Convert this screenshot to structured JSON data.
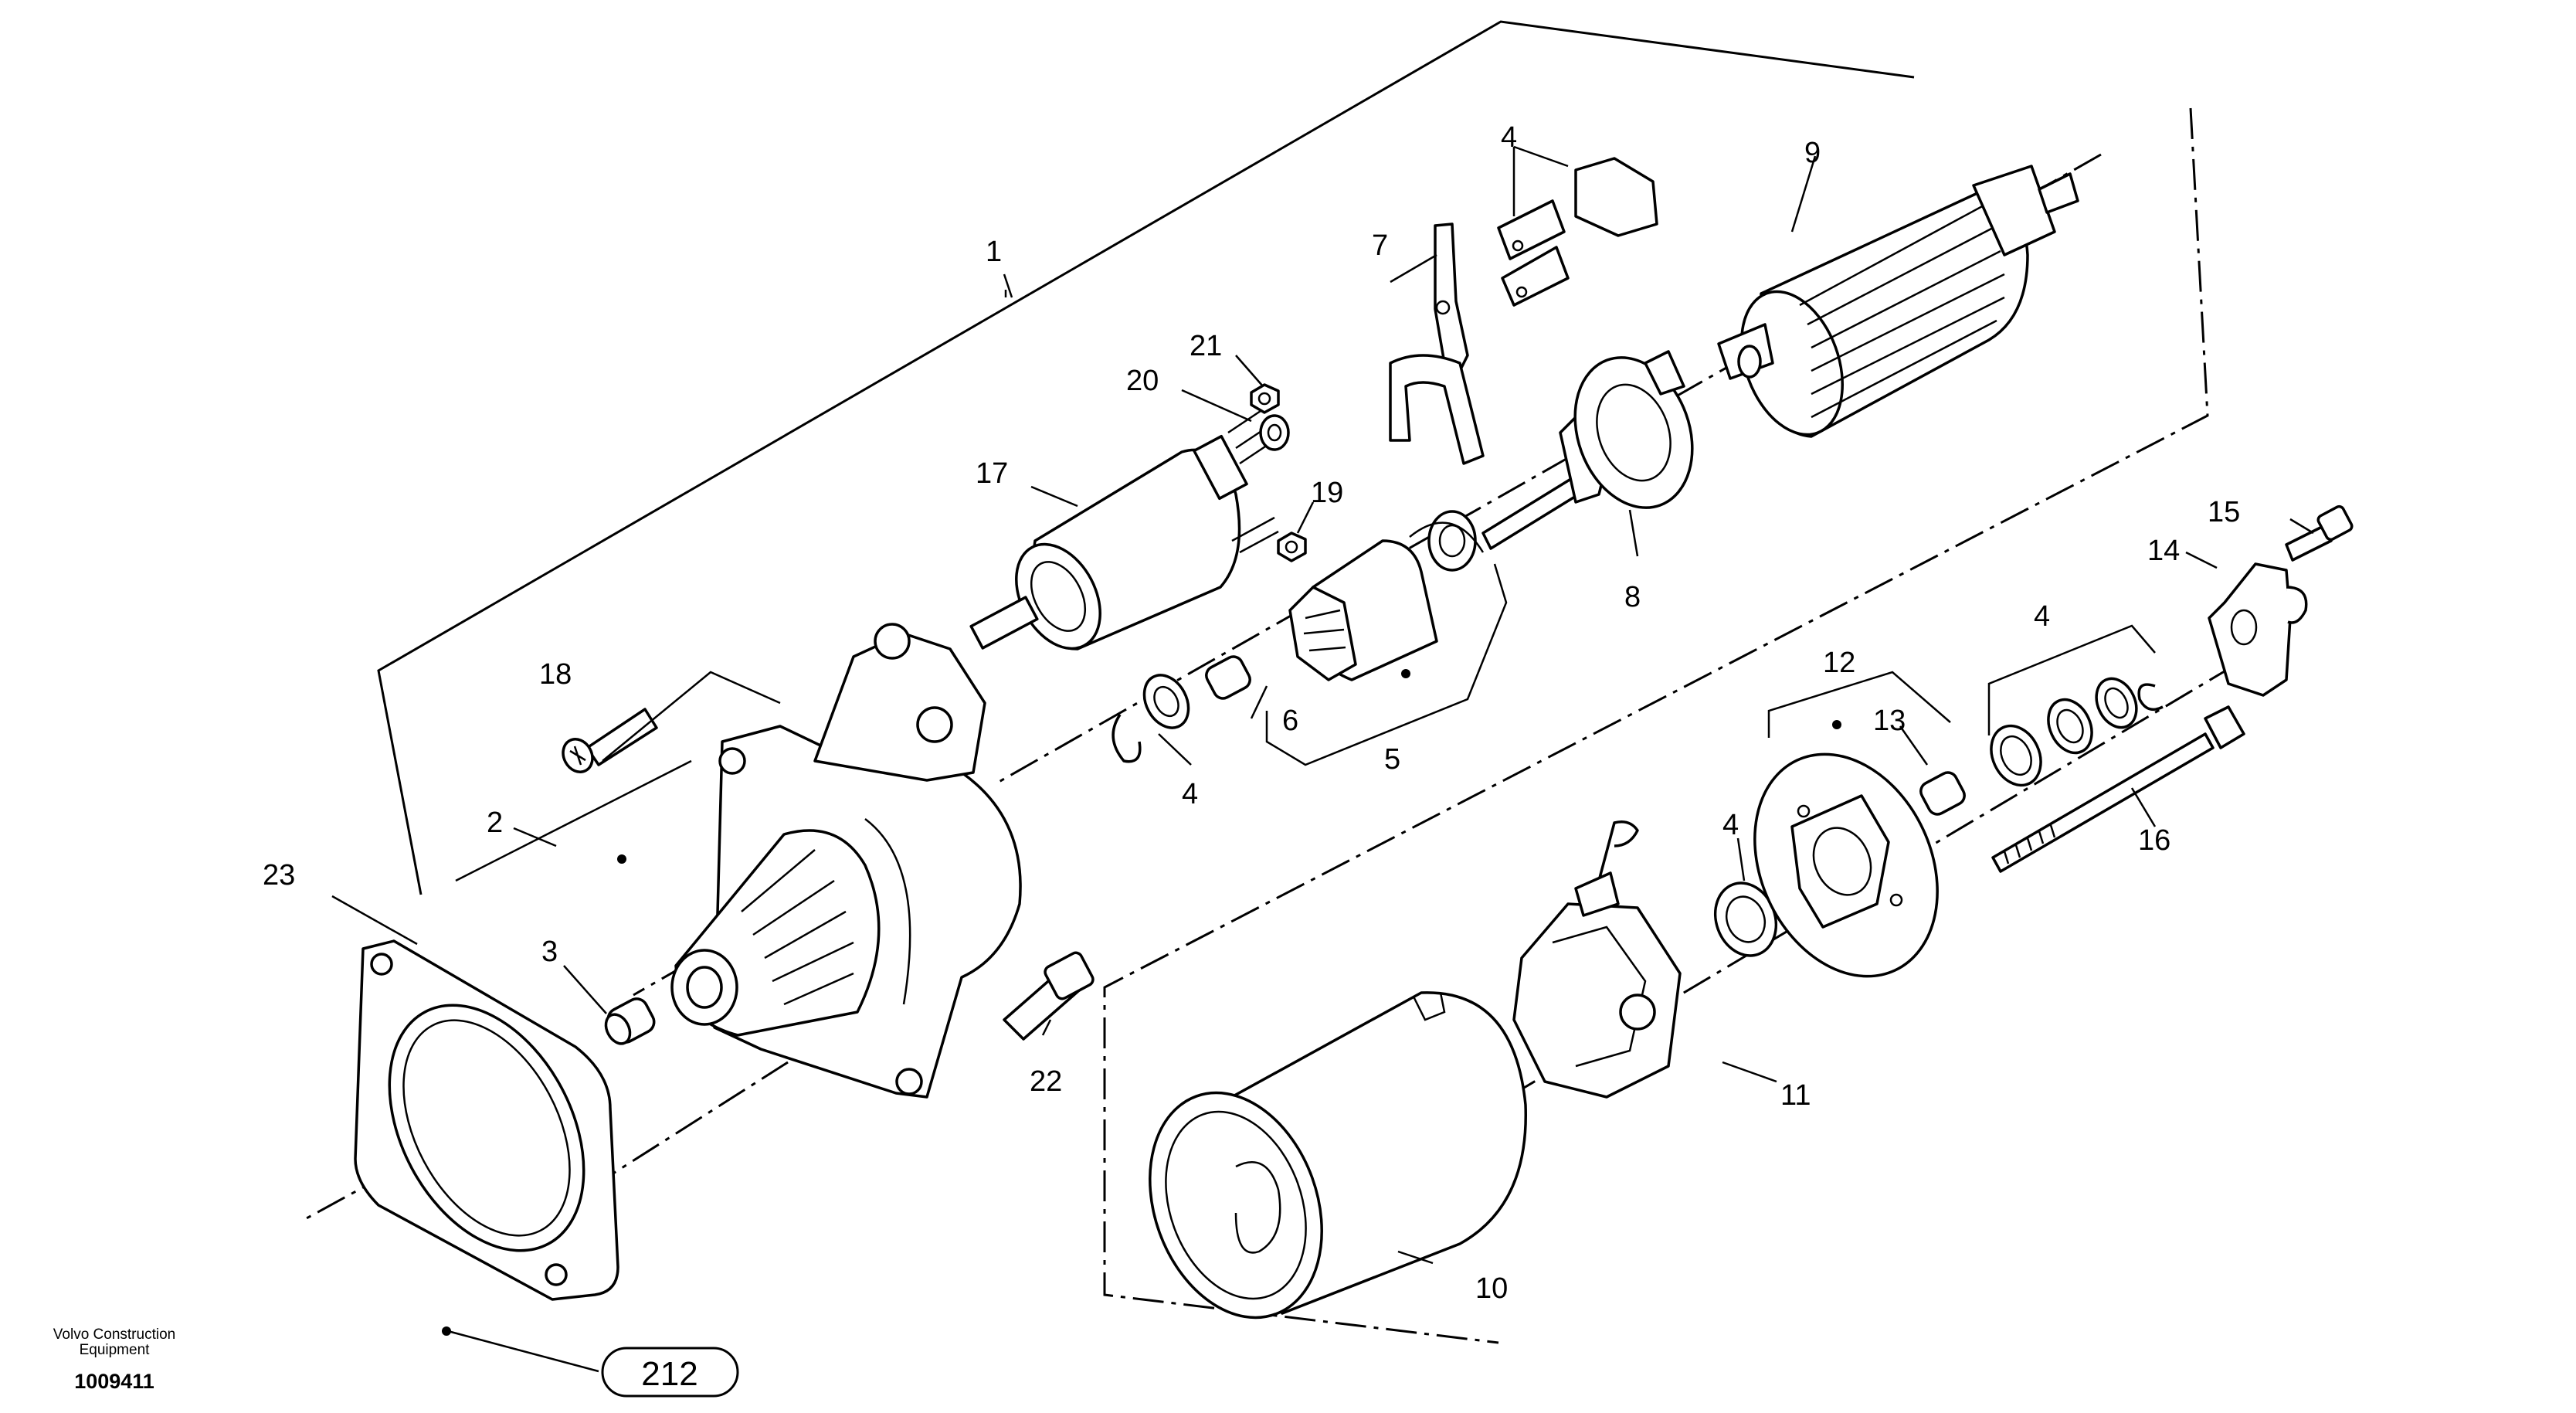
{
  "figure": {
    "publisher_line1": "Volvo Construction",
    "publisher_line2": "Equipment",
    "document_number": "1009411",
    "reference_group": "212"
  },
  "callouts": [
    {
      "id": "c1",
      "text": "1"
    },
    {
      "id": "c2",
      "text": "2"
    },
    {
      "id": "c3",
      "text": "3"
    },
    {
      "id": "c4a",
      "text": "4"
    },
    {
      "id": "c4b",
      "text": "4"
    },
    {
      "id": "c4c",
      "text": "4"
    },
    {
      "id": "c4d",
      "text": "4"
    },
    {
      "id": "c5",
      "text": "5"
    },
    {
      "id": "c6",
      "text": "6"
    },
    {
      "id": "c7",
      "text": "7"
    },
    {
      "id": "c8",
      "text": "8"
    },
    {
      "id": "c9",
      "text": "9"
    },
    {
      "id": "c10",
      "text": "10"
    },
    {
      "id": "c11",
      "text": "11"
    },
    {
      "id": "c12",
      "text": "12"
    },
    {
      "id": "c13",
      "text": "13"
    },
    {
      "id": "c14",
      "text": "14"
    },
    {
      "id": "c15",
      "text": "15"
    },
    {
      "id": "c16",
      "text": "16"
    },
    {
      "id": "c17",
      "text": "17"
    },
    {
      "id": "c18",
      "text": "18"
    },
    {
      "id": "c19",
      "text": "19"
    },
    {
      "id": "c20",
      "text": "20"
    },
    {
      "id": "c21",
      "text": "21"
    },
    {
      "id": "c22",
      "text": "22"
    },
    {
      "id": "c23",
      "text": "23"
    }
  ]
}
